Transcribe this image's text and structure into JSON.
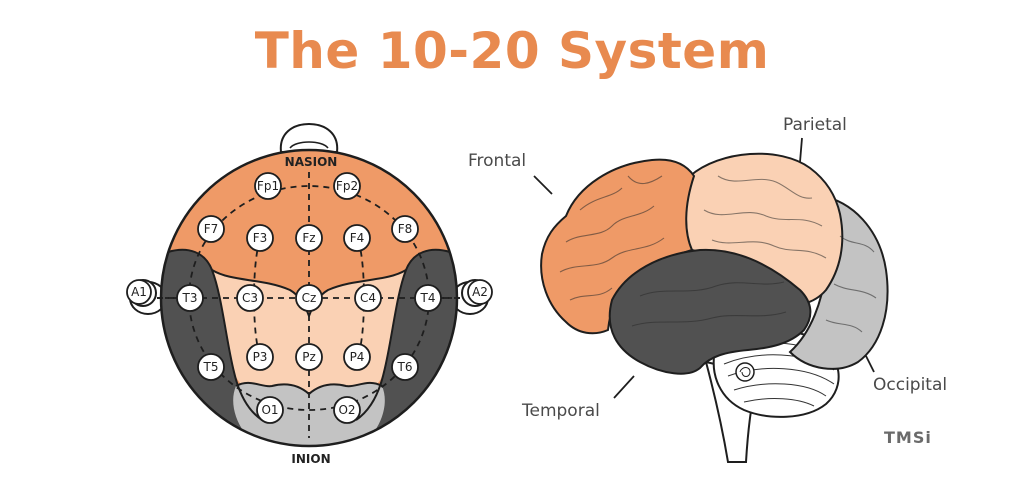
{
  "title": "The 10-20 System",
  "colors": {
    "accent": "#E88A4F",
    "frontal": "#EF9A67",
    "parietal": "#FAD1B4",
    "temporal": "#515151",
    "occipital": "#C3C3C3",
    "outline": "#1e1e1e"
  },
  "head_map": {
    "landmarks": {
      "nasion": "NASION",
      "inion": "INION"
    },
    "ears": {
      "left": "A1",
      "right": "A2"
    },
    "electrodes": [
      {
        "id": "fp1",
        "label": "Fp1"
      },
      {
        "id": "fp2",
        "label": "Fp2"
      },
      {
        "id": "f7",
        "label": "F7"
      },
      {
        "id": "f3",
        "label": "F3"
      },
      {
        "id": "fz",
        "label": "Fz"
      },
      {
        "id": "f4",
        "label": "F4"
      },
      {
        "id": "f8",
        "label": "F8"
      },
      {
        "id": "t3",
        "label": "T3"
      },
      {
        "id": "c3",
        "label": "C3"
      },
      {
        "id": "cz",
        "label": "Cz"
      },
      {
        "id": "c4",
        "label": "C4"
      },
      {
        "id": "t4",
        "label": "T4"
      },
      {
        "id": "t5",
        "label": "T5"
      },
      {
        "id": "p3",
        "label": "P3"
      },
      {
        "id": "pz",
        "label": "Pz"
      },
      {
        "id": "p4",
        "label": "P4"
      },
      {
        "id": "t6",
        "label": "T6"
      },
      {
        "id": "o1",
        "label": "O1"
      },
      {
        "id": "o2",
        "label": "O2"
      }
    ]
  },
  "brain": {
    "labels": {
      "frontal": "Frontal",
      "parietal": "Parietal",
      "temporal": "Temporal",
      "occipital": "Occipital"
    }
  },
  "logo": {
    "text": "TMSi"
  }
}
